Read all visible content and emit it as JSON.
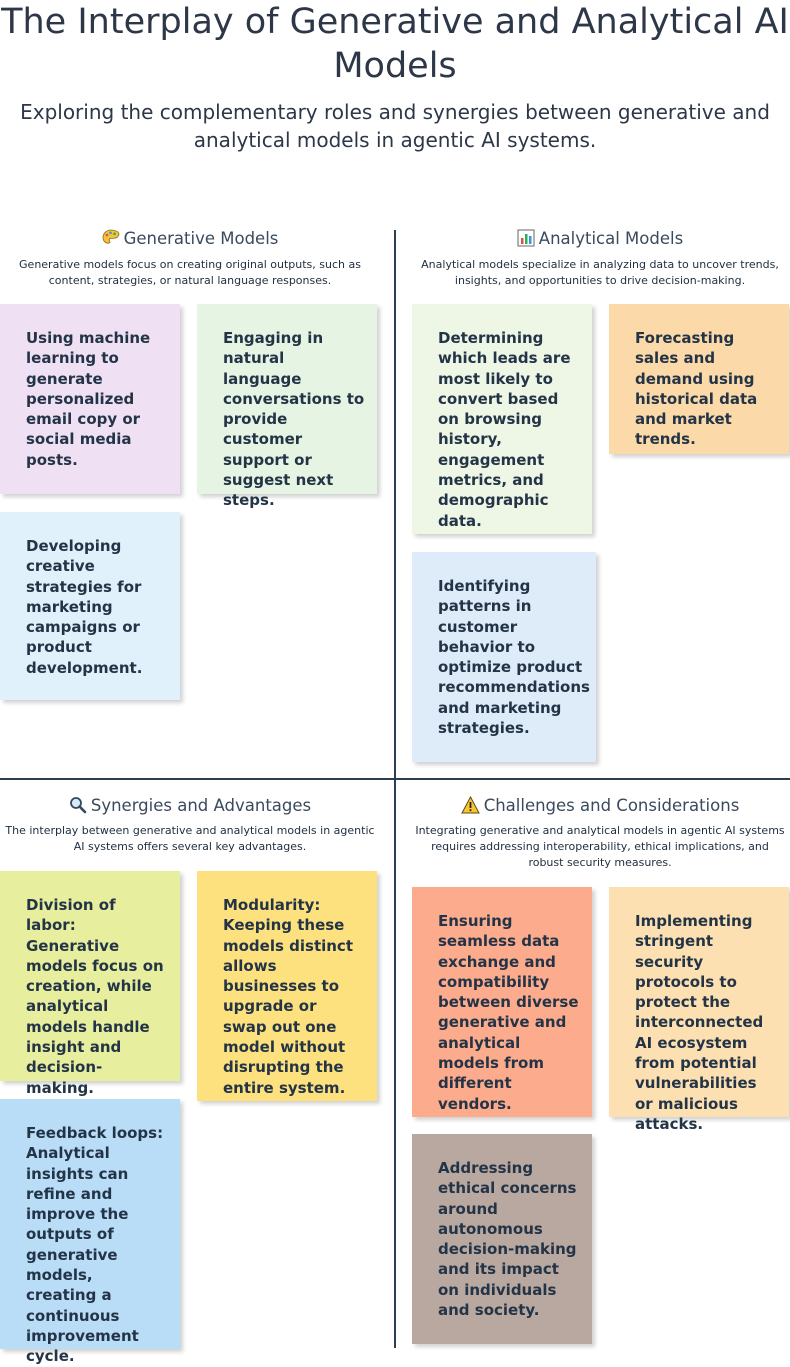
{
  "title": "The Interplay of Generative and Analytical AI Models",
  "subtitle": "Exploring the complementary roles and synergies between generative and analytical models in agentic AI systems.",
  "quadrants": [
    {
      "heading": "Generative Models",
      "icon": "palette-icon",
      "description": "Generative models focus on creating original outputs, such as content, strategies, or natural language responses.",
      "notes": [
        "Using machine learning to generate personalized email copy or social media posts.",
        "Engaging in natural language conversations to provide customer support or suggest next steps.",
        "Developing creative strategies for marketing campaigns or product development."
      ]
    },
    {
      "heading": "Analytical Models",
      "icon": "bar-chart-icon",
      "description": "Analytical models specialize in analyzing data to uncover trends, insights, and opportunities to drive decision-making.",
      "notes": [
        "Determining which leads are most likely to convert based on browsing history, engagement metrics, and demographic data.",
        "Forecasting sales and demand using historical data and market trends.",
        "Identifying patterns in customer behavior to optimize product recommendations and marketing strategies."
      ]
    },
    {
      "heading": "Synergies and Advantages",
      "icon": "magnifier-icon",
      "description": "The interplay between generative and analytical models in agentic AI systems offers several key advantages.",
      "notes": [
        "Division of labor: Generative models focus on creation, while analytical models handle insight and decision-making.",
        "Modularity: Keeping these models distinct allows businesses to upgrade or swap out one model without disrupting the entire system.",
        "Feedback loops: Analytical insights can refine and improve the outputs of generative models, creating a continuous improvement cycle."
      ]
    },
    {
      "heading": "Challenges and Considerations",
      "icon": "warning-icon",
      "description": "Integrating generative and analytical models in agentic AI systems requires addressing interoperability, ethical implications, and robust security measures.",
      "notes": [
        "Ensuring seamless data exchange and compatibility between diverse generative and analytical models from different vendors.",
        "Implementing stringent security protocols to protect the interconnected AI ecosystem from potential vulnerabilities or malicious attacks.",
        "Addressing ethical concerns around autonomous decision-making and its impact on individuals and society."
      ]
    }
  ],
  "colors": {
    "divider": "#2c3e50",
    "note_lavender": "#f0e0f4",
    "note_mint": "#e6f4e3",
    "note_skyblue": "#e0f1fb",
    "note_sage": "#eef6e6",
    "note_peach": "#fcd9a8",
    "note_lightblue": "#ddecf8",
    "note_lime": "#e7ef9f",
    "note_yellow": "#fde17e",
    "note_blue": "#b9dcf7",
    "note_salmon": "#fcab8d",
    "note_apricot": "#fde0b1",
    "note_taupe": "#b8a8a0"
  }
}
